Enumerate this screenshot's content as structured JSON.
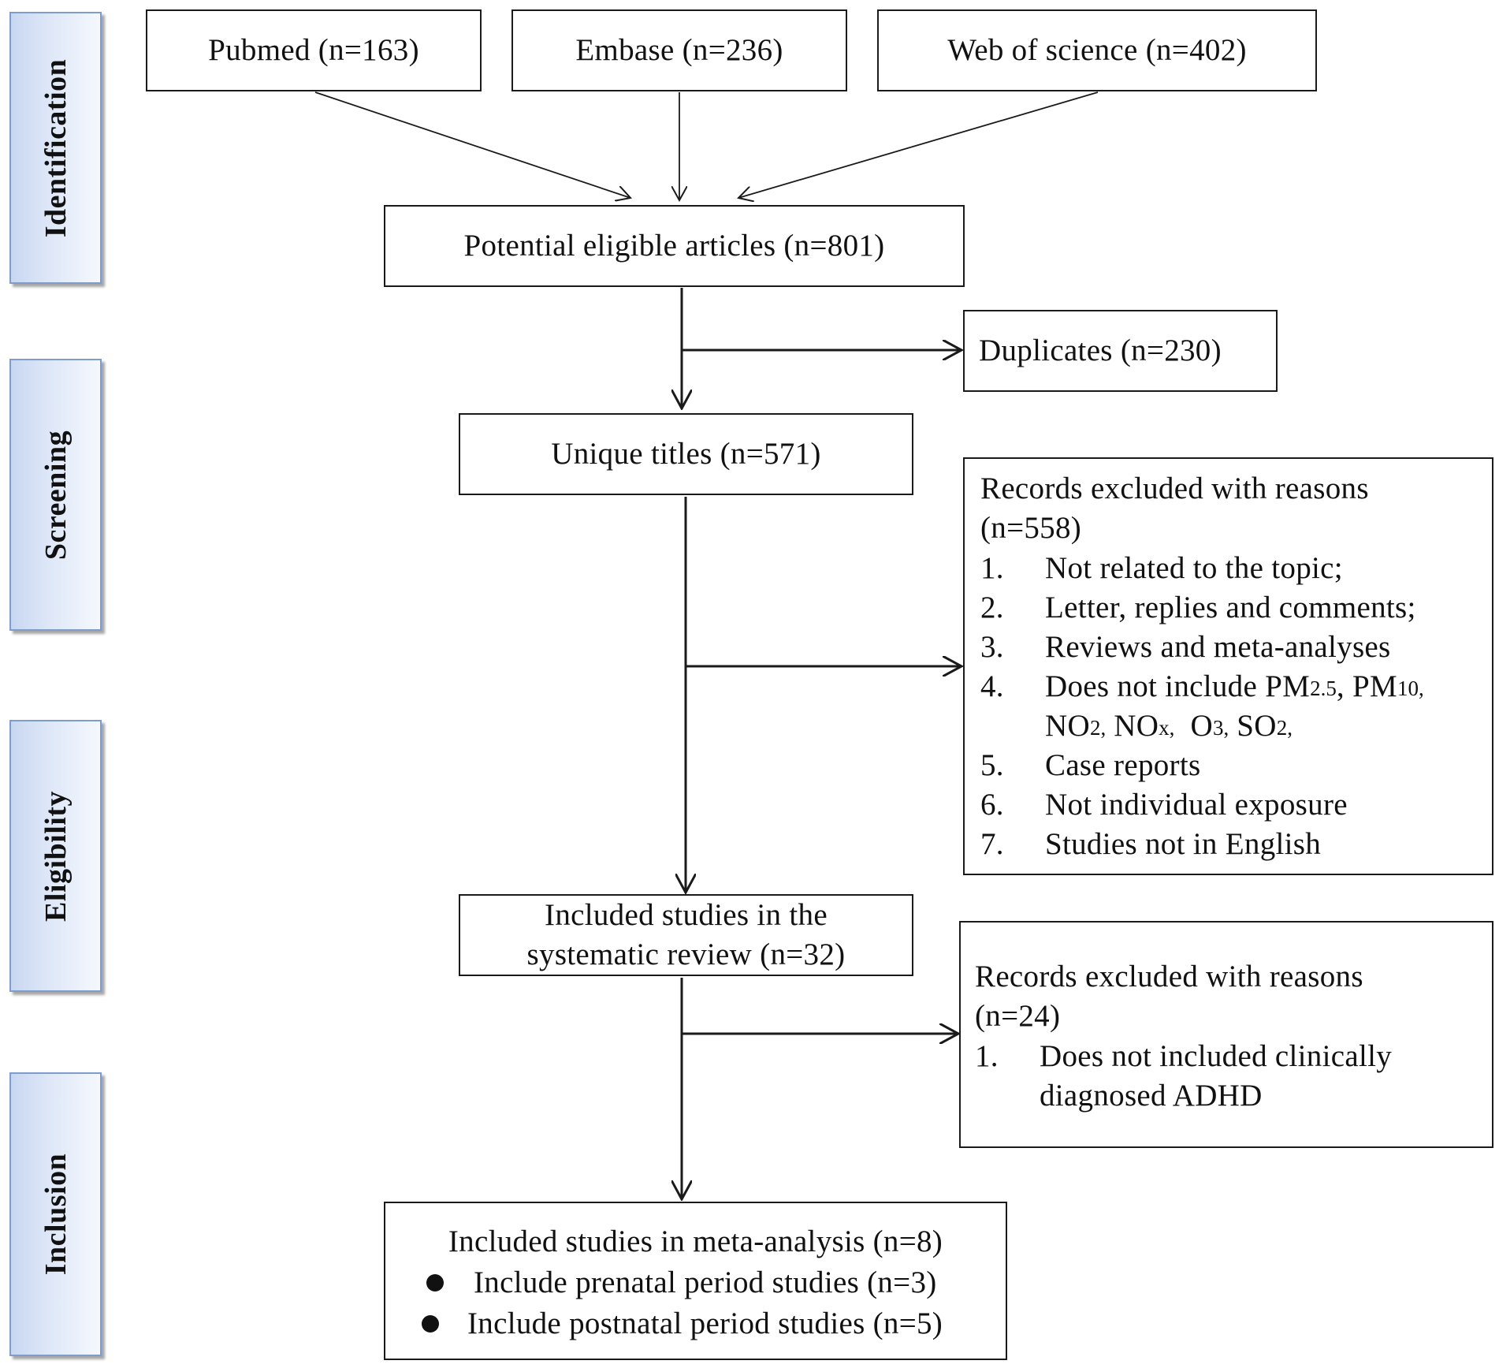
{
  "phases": [
    {
      "label": "Identification"
    },
    {
      "label": "Screening"
    },
    {
      "label": "Eligibility"
    },
    {
      "label": "Inclusion"
    }
  ],
  "sources": {
    "pubmed": "Pubmed (n=163)",
    "embase": "Embase (n=236)",
    "web_of_science": "Web of science (n=402)"
  },
  "potential": "Potential eligible articles (n=801)",
  "duplicates": "Duplicates (n=230)",
  "unique_titles": "Unique titles (n=571)",
  "exclusion1": {
    "title": "Records excluded with reasons",
    "count": "(n=558)",
    "items": [
      {
        "num": "1.",
        "text": "Not related to the topic;"
      },
      {
        "num": "2.",
        "text": "Letter, replies and comments;"
      },
      {
        "num": "3.",
        "text": "Reviews and meta-analyses"
      },
      {
        "num": "4.",
        "text": "Does not include PM",
        "pm25_sub": "2.5",
        "pm10_lead": ", PM",
        "pm10_sub": "10,",
        "line2_no2": "NO",
        "line2_no2_sub": "2,",
        "line2_nox": " NO",
        "line2_nox_sub": "x,",
        "line2_o3": "  O",
        "line2_o3_sub": "3,",
        "line2_so2": " SO",
        "line2_so2_sub": "2,"
      },
      {
        "num": "5.",
        "text": "Case reports"
      },
      {
        "num": "6.",
        "text": "Not individual exposure"
      },
      {
        "num": "7.",
        "text": "Studies not in English"
      }
    ]
  },
  "systematic_review": {
    "line1": "Included studies in the",
    "line2": "systematic review (n=32)"
  },
  "exclusion2": {
    "title": "Records excluded with reasons",
    "count": "(n=24)",
    "item_num": "1.",
    "item_line1": "Does not included clinically",
    "item_line2": "diagnosed ADHD"
  },
  "meta_analysis": {
    "title": "Included studies in meta-analysis (n=8)",
    "bullets": [
      "Include prenatal period studies (n=3)",
      "Include postnatal period studies (n=5)"
    ]
  }
}
